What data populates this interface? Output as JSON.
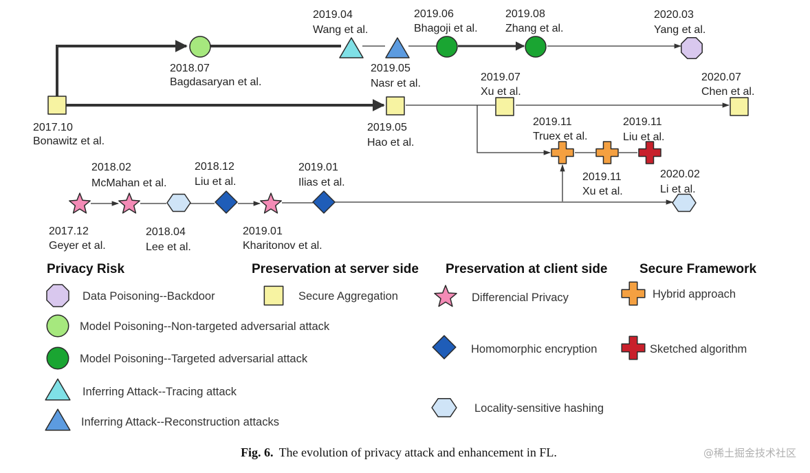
{
  "events": [
    {
      "id": "bonawitz",
      "date": "2017.10",
      "author": "Bonawitz et al.",
      "category": "secure-aggregation"
    },
    {
      "id": "bagdasaryan",
      "date": "2018.07",
      "author": "Bagdasaryan et al.",
      "category": "non-targeted"
    },
    {
      "id": "wang",
      "date": "2019.04",
      "author": "Wang et al.",
      "category": "tracing"
    },
    {
      "id": "nasr",
      "date": "2019.05",
      "author": "Nasr et al.",
      "category": "reconstruction"
    },
    {
      "id": "bhagoji",
      "date": "2019.06",
      "author": "Bhagoji et al.",
      "category": "targeted"
    },
    {
      "id": "zhang",
      "date": "2019.08",
      "author": "Zhang et al.",
      "category": "targeted"
    },
    {
      "id": "yang",
      "date": "2020.03",
      "author": "Yang et al.",
      "category": "backdoor"
    },
    {
      "id": "hao",
      "date": "2019.05",
      "author": "Hao et al.",
      "category": "secure-aggregation"
    },
    {
      "id": "xu1",
      "date": "2019.07",
      "author": "Xu et al.",
      "category": "secure-aggregation"
    },
    {
      "id": "chen",
      "date": "2020.07",
      "author": "Chen et al.",
      "category": "secure-aggregation"
    },
    {
      "id": "truex",
      "date": "2019.11",
      "author": "Truex et al.",
      "category": "hybrid"
    },
    {
      "id": "xu2",
      "date": "2019.11",
      "author": "Xu et al.",
      "category": "hybrid"
    },
    {
      "id": "liu2",
      "date": "2019.11",
      "author": "Liu et al.",
      "category": "sketched"
    },
    {
      "id": "geyer",
      "date": "2017.12",
      "author": "Geyer et al.",
      "category": "dp"
    },
    {
      "id": "mcmahan",
      "date": "2018.02",
      "author": "McMahan et al.",
      "category": "dp"
    },
    {
      "id": "lee",
      "date": "2018.04",
      "author": "Lee et al.",
      "category": "lsh"
    },
    {
      "id": "liu1",
      "date": "2018.12",
      "author": "Liu et al.",
      "category": "he"
    },
    {
      "id": "kharitonov",
      "date": "2019.01",
      "author": "Kharitonov et al.",
      "category": "dp"
    },
    {
      "id": "ilias",
      "date": "2019.01",
      "author": "Ilias et al.",
      "category": "he"
    },
    {
      "id": "li",
      "date": "2020.02",
      "author": "Li et al.",
      "category": "lsh"
    }
  ],
  "legend": {
    "headers": {
      "risk": "Privacy Risk",
      "server": "Preservation at server side",
      "client": "Preservation at client side",
      "framework": "Secure Framework"
    },
    "items": {
      "backdoor": "Data Poisoning--Backdoor",
      "non-targeted": "Model Poisoning--Non-targeted adversarial attack",
      "targeted": "Model Poisoning--Targeted adversarial attack",
      "tracing": "Inferring Attack--Tracing attack",
      "reconstruction": "Inferring Attack--Reconstruction attacks",
      "secure-aggregation": "Secure Aggregation",
      "dp": "Differencial Privacy",
      "he": "Homomorphic encryption",
      "lsh": "Locality-sensitive hashing",
      "hybrid": "Hybrid approach",
      "sketched": "Sketched algorithm"
    }
  },
  "caption": {
    "label": "Fig. 6.",
    "text": "The evolution of privacy attack and enhancement in FL."
  },
  "watermark": "@稀土掘金技术社区",
  "colors": {
    "backdoor": "#d9c8ee",
    "non-targeted": "#a6e87e",
    "targeted": "#1aa532",
    "tracing": "#7fe0e6",
    "reconstruction": "#5c9be0",
    "secure-aggregation": "#f7f3a2",
    "dp": "#f48bb6",
    "he": "#1f5db8",
    "lsh": "#cfe4f7",
    "hybrid": "#f4a041",
    "sketched": "#c8202b"
  }
}
